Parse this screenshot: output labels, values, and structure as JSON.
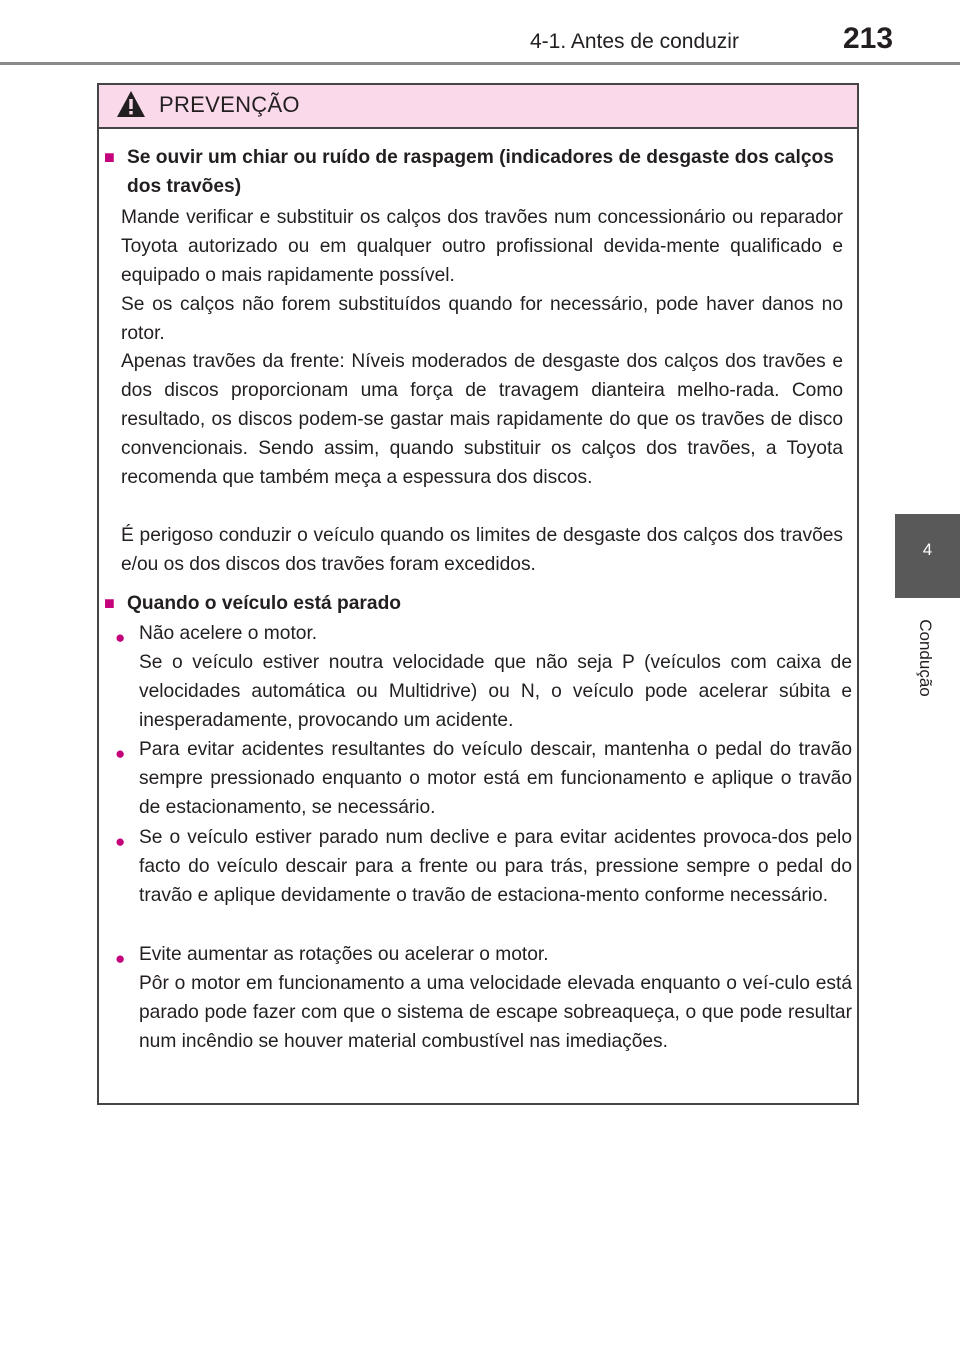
{
  "page_header": {
    "section": "4-1. Antes de conduzir",
    "page_number": "213"
  },
  "side_tab": {
    "chapter_number": "4",
    "chapter_name": "Condução"
  },
  "warning": {
    "title": "PREVENÇÃO",
    "section1": {
      "heading": "Se ouvir um chiar ou ruído de raspagem (indicadores de desgaste dos calços dos travões)",
      "para1_line1": "Mande verificar e substituir os calços dos travões num concessionário ou reparador Toyota autorizado ou em qualquer outro profissional devida-mente qualificado e equipado o mais rapidamente possível.",
      "para1_line2": "Se os calços não forem substituídos quando for necessário, pode haver danos no rotor.",
      "para2": "Apenas travões da frente: Níveis moderados de desgaste dos calços dos travões e dos discos proporcionam uma força de travagem dianteira melho-rada. Como resultado, os discos podem-se gastar mais rapidamente do que os travões de disco convencionais. Sendo assim, quando substituir os calços dos travões, a Toyota recomenda que também meça a espessura dos discos.",
      "para3": "É perigoso conduzir o veículo quando os limites de desgaste dos calços dos travões e/ou os dos discos dos travões foram excedidos."
    },
    "section2": {
      "heading": "Quando o veículo está parado",
      "bullets": [
        {
          "lead": "Não acelere o motor.",
          "text": "Se o veículo estiver noutra velocidade que não seja P (veículos com caixa de velocidades automática ou Multidrive) ou N, o veículo pode acelerar súbita e inesperadamente, provocando um acidente."
        },
        {
          "lead": "",
          "text": "Para evitar acidentes resultantes do veículo descair, mantenha o pedal do travão sempre pressionado enquanto o motor está em funcionamento e aplique o travão de estacionamento, se necessário."
        },
        {
          "lead": "",
          "text": "Se o veículo estiver parado num declive e para evitar acidentes provoca-dos pelo facto do veículo descair para a frente ou para trás, pressione sempre o pedal do travão e aplique devidamente o travão de estaciona-mento conforme necessário."
        },
        {
          "lead": "Evite aumentar as rotações ou acelerar o motor.",
          "text": "Pôr o motor em funcionamento a uma velocidade elevada enquanto o veí-culo está parado pode fazer com que o sistema de escape sobreaqueça, o que pode resultar num incêndio se houver material combustível nas imediações."
        }
      ]
    }
  },
  "icons": {
    "warning": "warning-triangle-icon",
    "heading_marker": "square-bullet-icon",
    "list_marker": "round-bullet-icon"
  },
  "colors": {
    "accent": "#c5007c",
    "warning_header_bg": "#f9d9ea",
    "tab_bg": "#595959"
  }
}
